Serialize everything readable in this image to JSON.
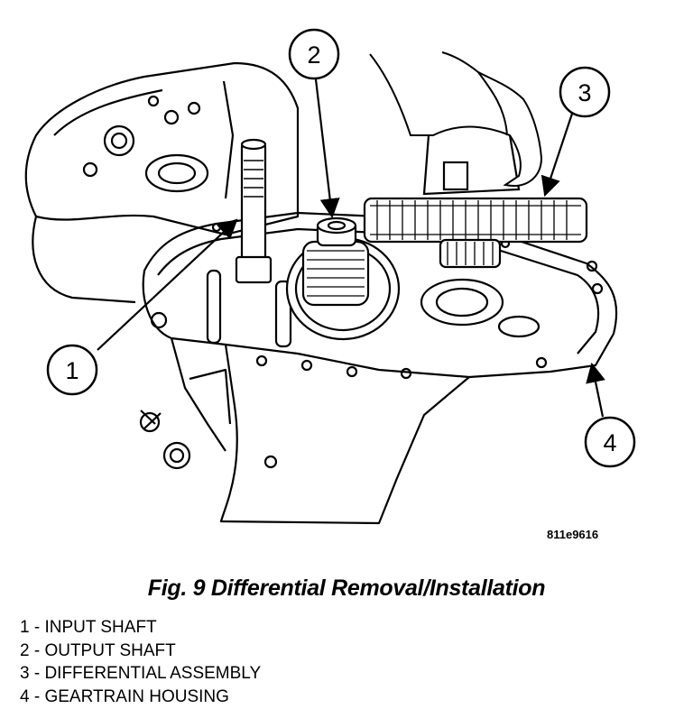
{
  "figure": {
    "id_label": "811e9616",
    "title": "Fig. 9 Differential Removal/Installation",
    "callouts": [
      {
        "number": "1"
      },
      {
        "number": "2"
      },
      {
        "number": "3"
      },
      {
        "number": "4"
      }
    ],
    "legend": [
      "1 - INPUT SHAFT",
      "2 - OUTPUT SHAFT",
      "3 - DIFFERENTIAL ASSEMBLY",
      "4 - GEARTRAIN HOUSING"
    ]
  }
}
